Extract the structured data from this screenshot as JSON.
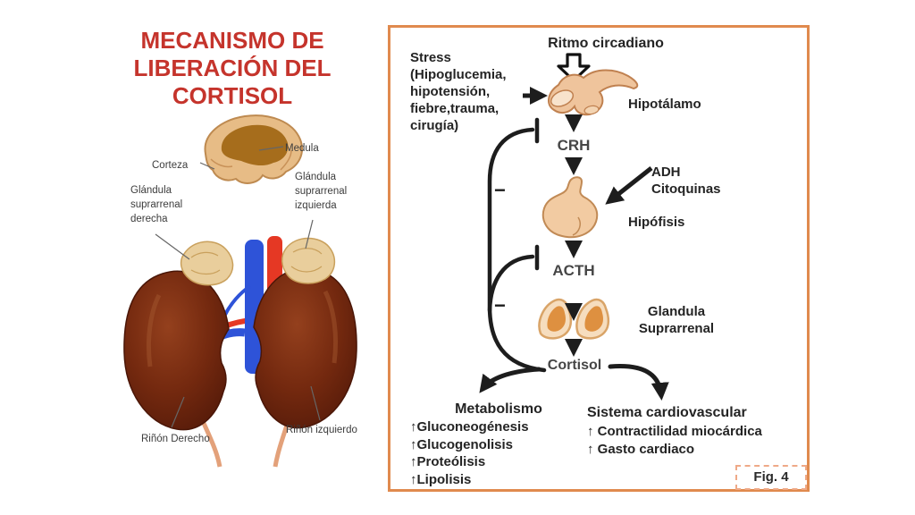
{
  "slide": {
    "title": "MECANISMO DE LIBERACIÓN DEL CORTISOL"
  },
  "anatomy": {
    "corteza": "Corteza",
    "medula": "Medula",
    "glandula_derecha": "Glándula\nsuprarrenal\nderecha",
    "glandula_izquierda": "Glándula\nsuprarrenal\nizquierda",
    "rinon_derecho": "Riñón Derecho",
    "rinon_izquierdo": "Riñón izquierdo"
  },
  "flowchart": {
    "ritmo_circadiano": "Ritmo circadiano",
    "stress": "Stress\n(Hipoglucemia,\n hipotensión,\nfiebre,trauma,\ncirugía)",
    "hipotalamo": "Hipotálamo",
    "crh": "CRH",
    "adh_citoquinas": "ADH\nCitoquinas",
    "hipofisis": "Hipófisis",
    "acth": "ACTH",
    "glandula_suprarrenal": "Glandula\nSuprarrenal",
    "cortisol": "Cortisol",
    "minus_sign": "−",
    "metabolismo_title": "Metabolismo",
    "metabolismo_items": "↑Gluconeogénesis\n↑Glucogenolisis\n↑Proteólisis\n↑Lipolisis",
    "cardiovascular_title": "Sistema cardiovascular",
    "cardiovascular_items": "↑ Contractilidad miocárdica\n↑ Gasto cardiaco",
    "fig_label": "Fig. 4"
  },
  "colors": {
    "title_red": "#C5342C",
    "box_border_orange": "#E08A4E",
    "fig_dashed_orange": "#EFA987",
    "arrow_black": "#1d1d1d",
    "organ_tan": "#EFC49C",
    "kidney_brown": "#6E2410",
    "vein_blue": "#2E53D8",
    "artery_red": "#E53824"
  }
}
